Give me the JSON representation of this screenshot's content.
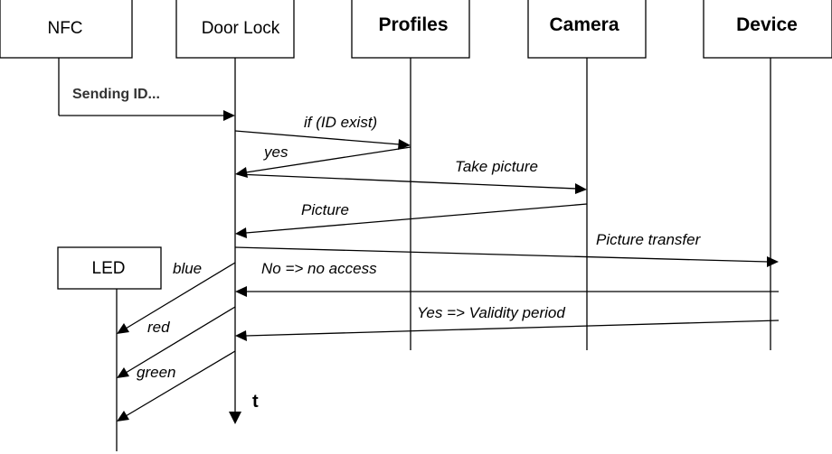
{
  "participants": {
    "nfc": "NFC",
    "door_lock": "Door Lock",
    "profiles": "Profiles",
    "camera": "Camera",
    "device": "Device",
    "led": "LED"
  },
  "messages": {
    "sending_id": "Sending ID...",
    "if_id_exist": "if (ID exist)",
    "yes": "yes",
    "take_picture": "Take picture",
    "picture": "Picture",
    "picture_transfer": "Picture transfer",
    "blue": "blue",
    "no_access": "No => no access",
    "validity_period": "Yes => Validity period",
    "red": "red",
    "green": "green"
  },
  "time_axis": "t"
}
